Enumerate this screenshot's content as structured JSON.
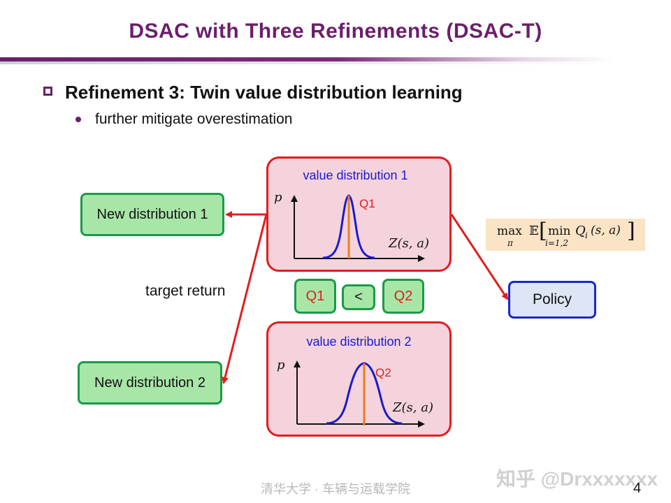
{
  "slide": {
    "title": "DSAC with Three Refinements (DSAC-T)",
    "bullet_main": "Refinement 3: Twin value distribution learning",
    "bullet_sub": "further mitigate overestimation",
    "footer": "清华大学 · 车辆与运载学院",
    "page_number": "4",
    "watermark": "知乎 @Drxxxxxxx"
  },
  "diagram": {
    "value_dist_1": {
      "title": "value distribution 1",
      "y_axis": "p",
      "x_axis": "Z(s, a)",
      "marker": "Q1"
    },
    "value_dist_2": {
      "title": "value distribution 2",
      "y_axis": "p",
      "x_axis": "Z(s, a)",
      "marker": "Q2"
    },
    "new_dist_1": "New distribution 1",
    "new_dist_2": "New distribution 2",
    "target_return": "target return",
    "compare": {
      "left": "Q1",
      "operator": "<",
      "right": "Q2"
    },
    "policy": "Policy",
    "formula": {
      "max": "max",
      "max_sub": "π",
      "expect": "𝔼",
      "min": "min",
      "min_sub": "i=1,2",
      "q": "Q",
      "q_sub": "i",
      "args": "(s, a)"
    }
  },
  "colors": {
    "title": "#6b1f6b",
    "green_fill": "#a8e6a8",
    "green_border": "#1a9a4a",
    "pink_fill": "#f4d3dc",
    "red": "#e01e1e",
    "blue": "#1a1ad0",
    "orange": "#f07a20",
    "formula_fill": "#fbe3c6",
    "policy_fill": "#dce6f4"
  }
}
